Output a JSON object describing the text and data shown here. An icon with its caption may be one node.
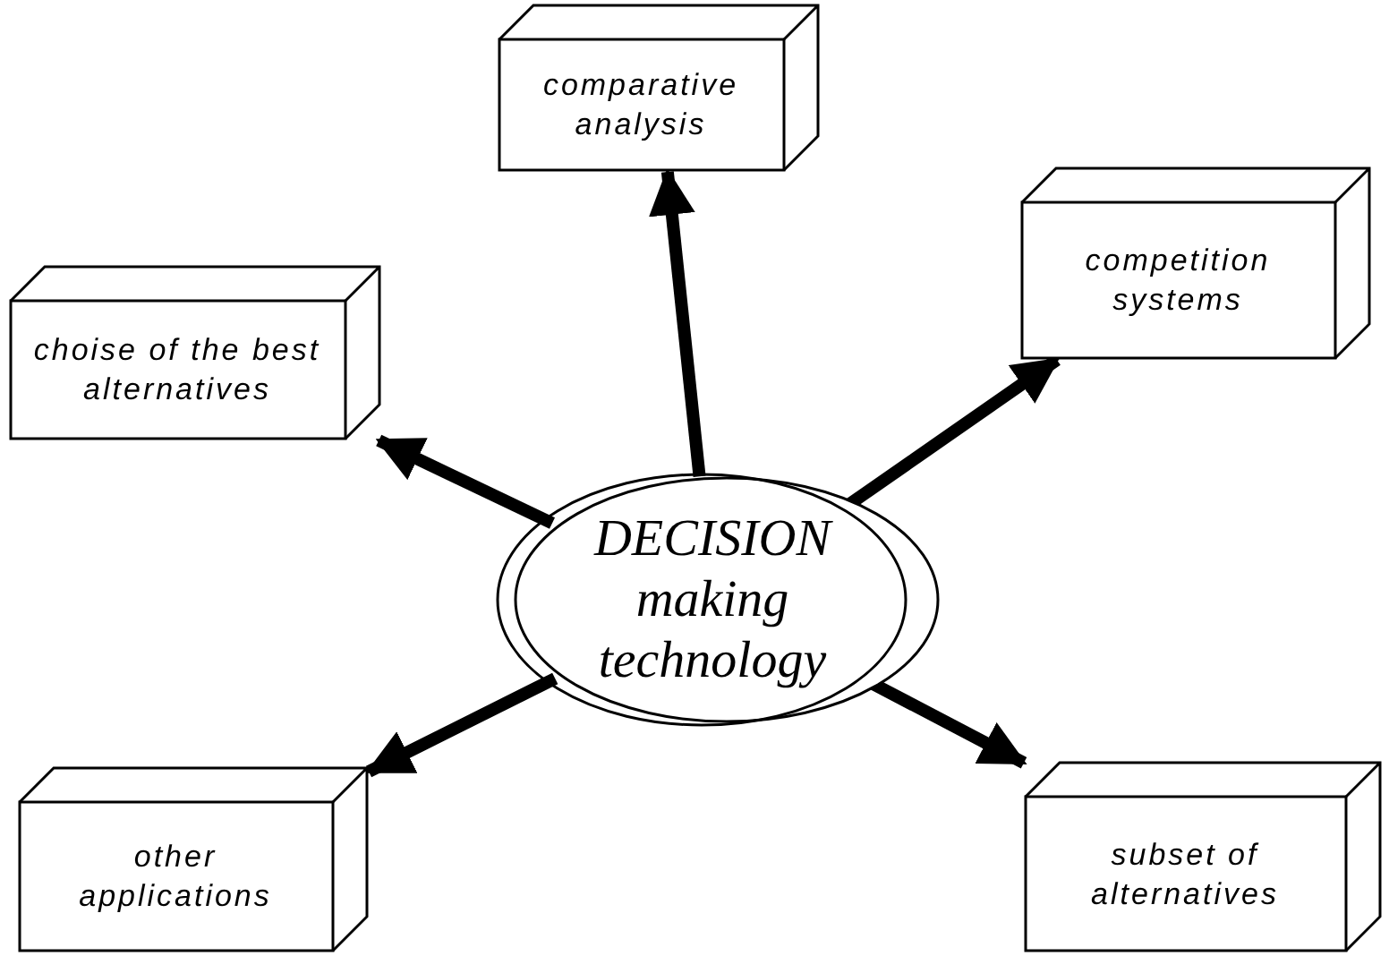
{
  "diagram": {
    "nodes": [
      {
        "text": [
          "comparative analysis"
        ]
      },
      {
        "text": [
          "choise of the best alternatives"
        ]
      },
      {
        "text": [
          "competition systems"
        ]
      },
      {
        "text": [
          "DECISION making technology"
        ]
      },
      {
        "text": [
          "other applications"
        ]
      },
      {
        "text": [
          "subset of alternatives"
        ]
      }
    ],
    "edges": [
      {
        "from": 3,
        "to": 0,
        "arrow": "to"
      },
      {
        "from": 3,
        "to": 1,
        "arrow": "to"
      },
      {
        "from": 3,
        "to": 2,
        "arrow": "to"
      },
      {
        "from": 3,
        "to": 4,
        "arrow": "to"
      },
      {
        "from": 3,
        "to": 5,
        "arrow": "to"
      }
    ]
  }
}
